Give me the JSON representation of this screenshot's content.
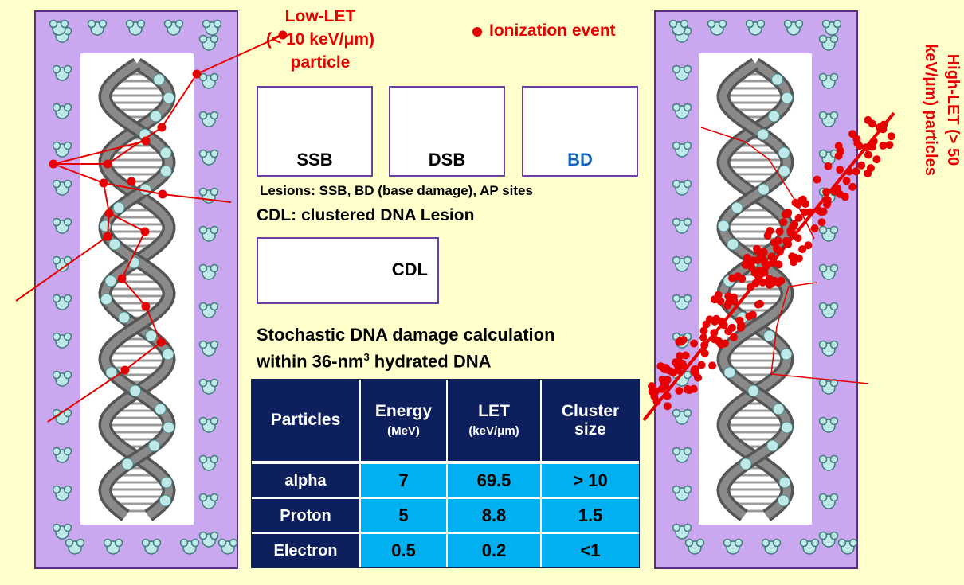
{
  "annotations": {
    "low_let": [
      "Low-LET",
      "(< 10 keV/μm)",
      "particle"
    ],
    "ionization_legend": "Ionization event",
    "high_let": [
      "High-LET (> 50",
      "keV/μm) particles"
    ]
  },
  "lesions": {
    "ssb": "SSB",
    "dsb": "DSB",
    "bd": "BD",
    "cdl": "CDL",
    "lesions_caption": "Lesions: SSB, BD (base damage), AP sites",
    "cdl_caption": "CDL: clustered DNA Lesion"
  },
  "calc": {
    "title_line1": "Stochastic DNA damage calculation",
    "title_line2_pre": "within 36-nm",
    "title_line2_sup": "3",
    "title_line2_post": " hydrated DNA"
  },
  "table": {
    "headers": {
      "particles": "Particles",
      "energy": "Energy",
      "energy_unit": "(MeV)",
      "let": "LET",
      "let_unit": "(keV/μm)",
      "cluster": "Cluster",
      "cluster2": "size"
    },
    "rows": [
      {
        "particle": "alpha",
        "energy": "7",
        "let": "69.5",
        "cluster": "> 10"
      },
      {
        "particle": "Proton",
        "energy": "5",
        "let": "8.8",
        "cluster": "1.5"
      },
      {
        "particle": "Electron",
        "energy": "0.5",
        "let": "0.2",
        "cluster": "<1"
      }
    ]
  },
  "colors": {
    "background": "#ffffcc",
    "frame": "#c9a8f0",
    "table_header": "#0d1f5c",
    "table_cell": "#00b0f0",
    "ionization": "#e60000",
    "base_damage": "#1565c0"
  }
}
